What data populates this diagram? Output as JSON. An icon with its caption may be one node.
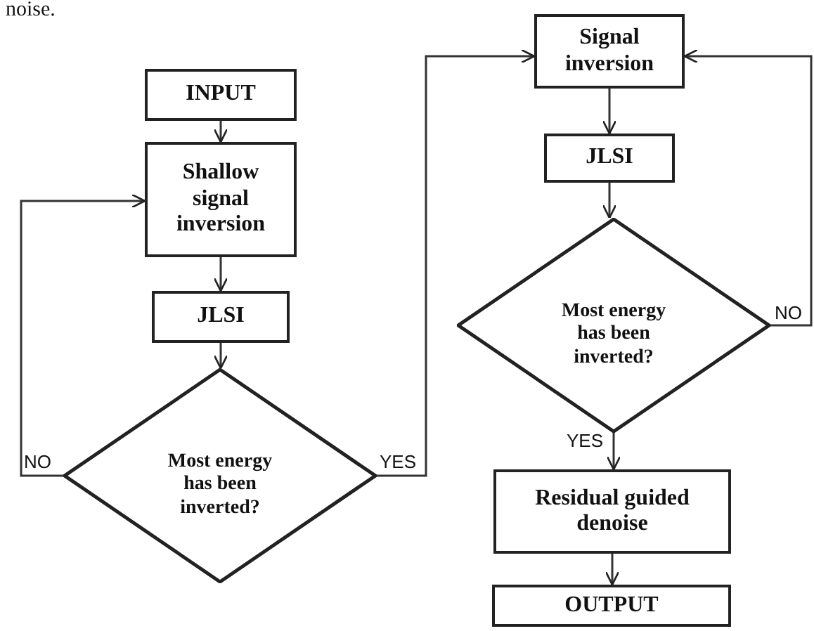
{
  "diagram": {
    "nodes": [
      {
        "text": [
          "INPUT"
        ]
      },
      {
        "text": [
          "Shallow signal inversion"
        ]
      },
      {
        "text": [
          "JLSI"
        ]
      },
      {
        "text": [
          "Most energy has been inverted?"
        ]
      },
      {
        "text": [
          "Signal inversion"
        ]
      },
      {
        "text": [
          "JLSI"
        ]
      },
      {
        "text": [
          "Most energy has been inverted?"
        ]
      },
      {
        "text": [
          "Residual guided denoise"
        ]
      },
      {
        "text": [
          "OUTPUT"
        ]
      }
    ],
    "edges": [
      {
        "from": 0,
        "to": 1,
        "arrow": "to"
      },
      {
        "from": 1,
        "to": 2,
        "arrow": "to"
      },
      {
        "from": 2,
        "to": 3,
        "arrow": "to"
      },
      {
        "from": 3,
        "to": 1,
        "arrow": "to",
        "label": "NO"
      },
      {
        "from": 3,
        "to": 4,
        "arrow": "to",
        "label": "YES"
      },
      {
        "from": 4,
        "to": 5,
        "arrow": "to"
      },
      {
        "from": 5,
        "to": 6,
        "arrow": "to"
      },
      {
        "from": 6,
        "to": 4,
        "arrow": "to",
        "label": "NO"
      },
      {
        "from": 6,
        "to": 7,
        "arrow": "to",
        "label": "YES"
      },
      {
        "from": 7,
        "to": 8,
        "arrow": "to"
      }
    ],
    "labels": [
      "noise."
    ]
  }
}
